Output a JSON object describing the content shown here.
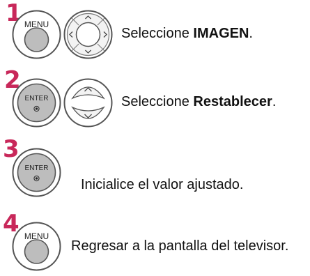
{
  "steps": [
    {
      "number": "1",
      "button_label": "MENU",
      "pad_type": "four-way-arrows",
      "text_prefix": "Seleccione ",
      "text_bold": "IMAGEN",
      "text_suffix": "."
    },
    {
      "number": "2",
      "button_label": "ENTER",
      "pad_type": "up-down-arrows",
      "text_prefix": "Seleccione ",
      "text_bold": "Restablecer",
      "text_suffix": "."
    },
    {
      "number": "3",
      "button_label": "ENTER",
      "text": "Inicialice el valor ajustado."
    },
    {
      "number": "4",
      "button_label": "MENU",
      "text": "Regresar a la pantalla del televisor."
    }
  ],
  "colors": {
    "step_number": "#c8285a",
    "button_fill": "#bdbdbd",
    "button_ring": "#555555"
  }
}
